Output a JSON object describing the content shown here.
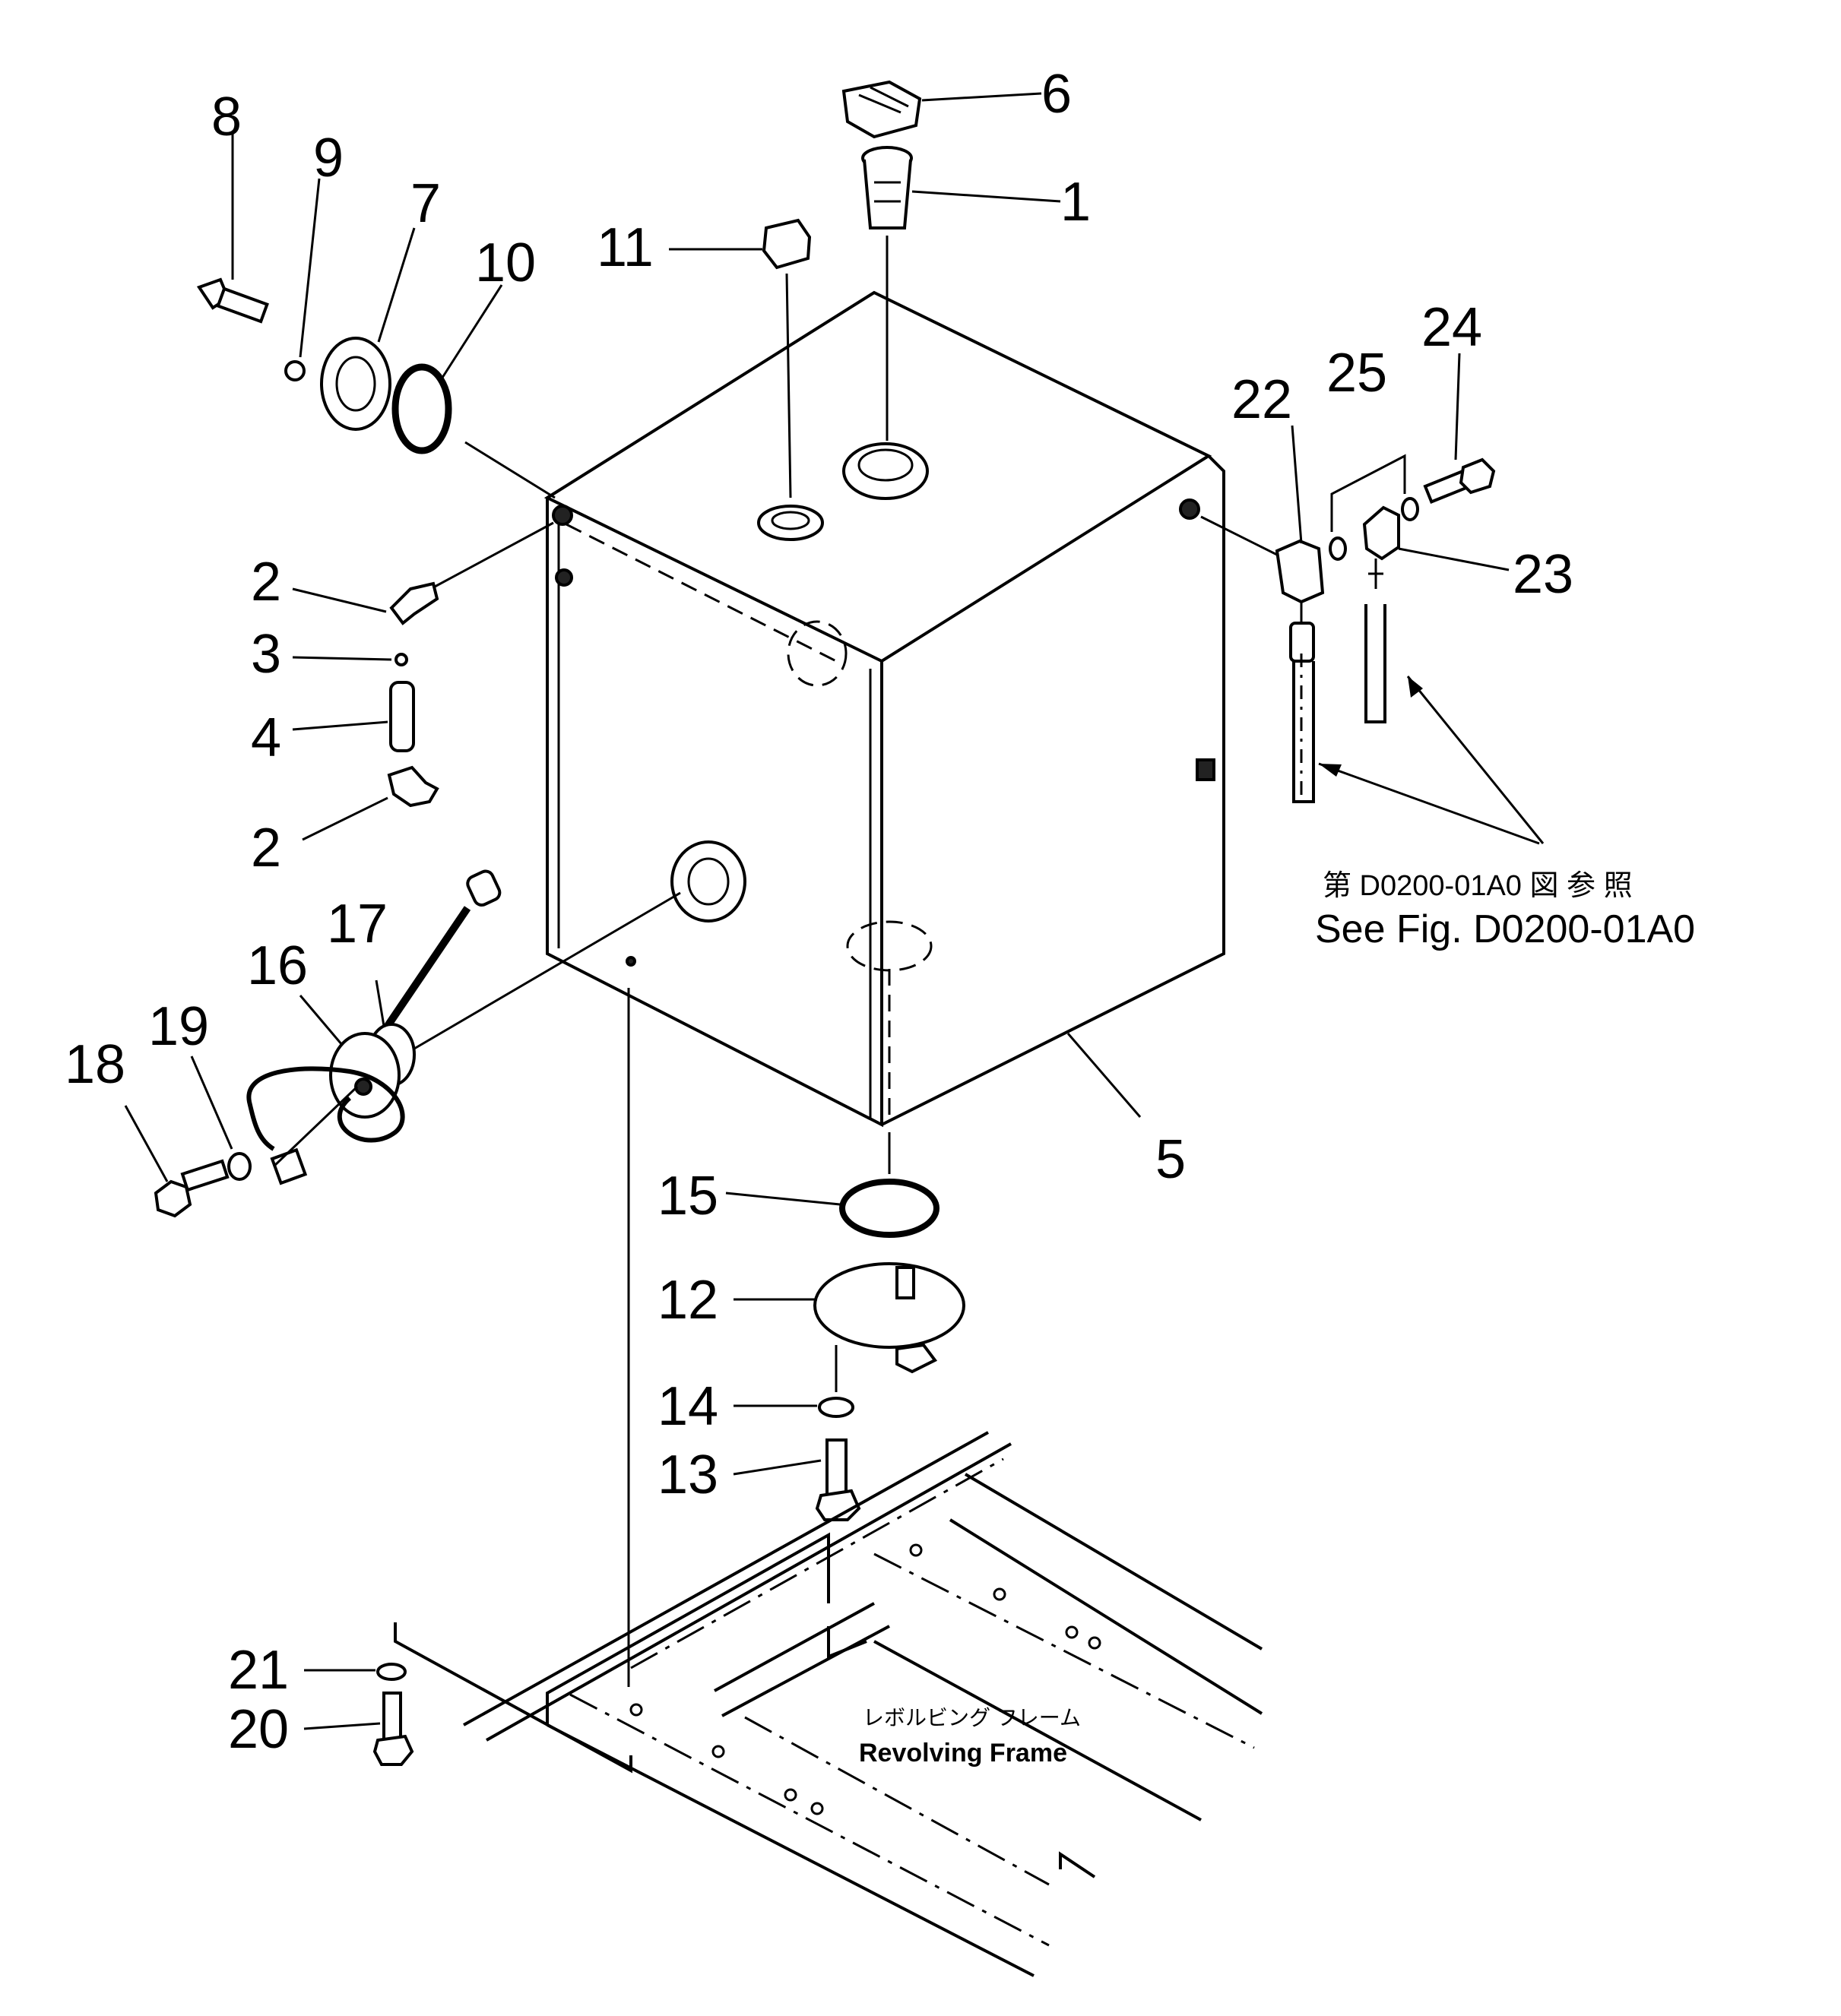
{
  "part_numbers": {
    "p1": "1",
    "p2a": "2",
    "p2b": "2",
    "p3": "3",
    "p4": "4",
    "p5": "5",
    "p6": "6",
    "p7": "7",
    "p8": "8",
    "p9": "9",
    "p10": "10",
    "p11": "11",
    "p12": "12",
    "p13": "13",
    "p14": "14",
    "p15": "15",
    "p16": "16",
    "p17": "17",
    "p18": "18",
    "p19": "19",
    "p20": "20",
    "p21": "21",
    "p22": "22",
    "p23": "23",
    "p24": "24",
    "p25": "25"
  },
  "reference": {
    "jp": "第 D0200-01A0 図 参 照",
    "en": "See Fig. D0200-01A0"
  },
  "frame_label": {
    "jp": "レボルビング フレーム",
    "en": "Revolving Frame"
  }
}
